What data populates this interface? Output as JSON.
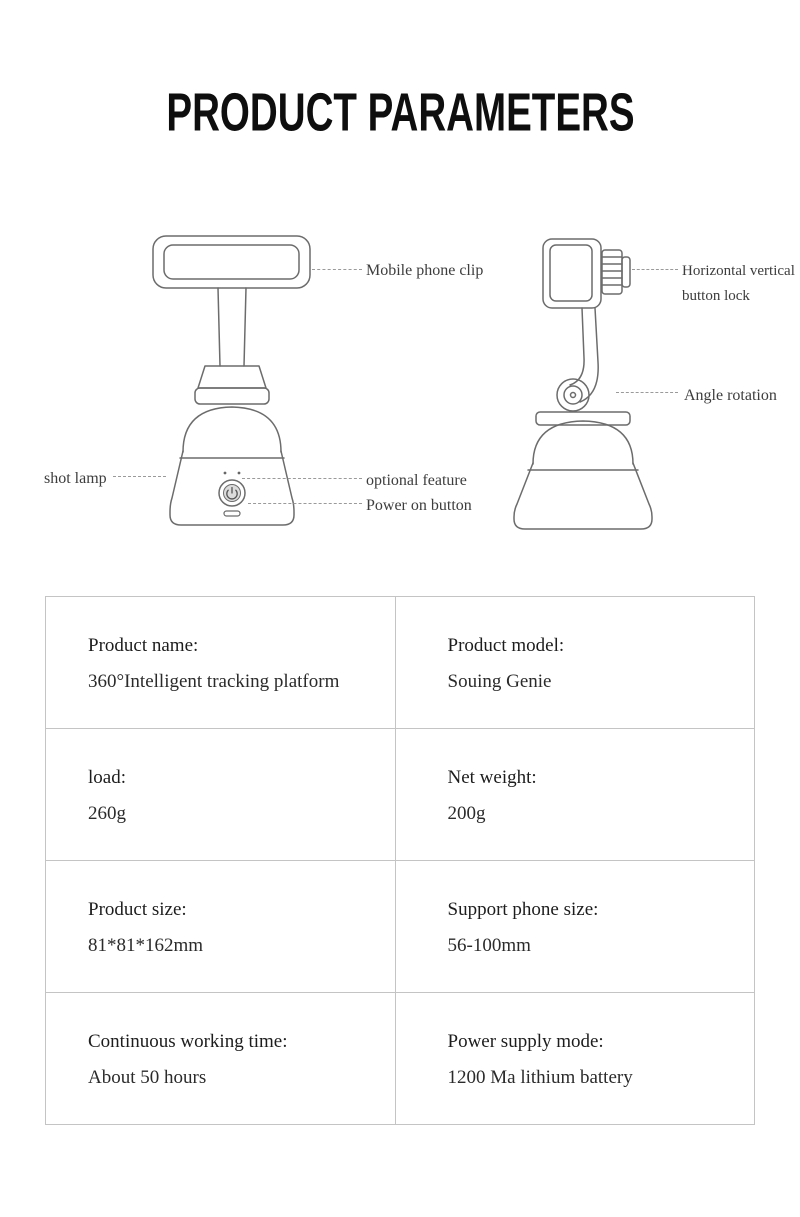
{
  "title": "PRODUCT PARAMETERS",
  "callouts": {
    "mobile_phone_clip": "Mobile phone clip",
    "horizontal_vertical_line1": "Horizontal vertical",
    "horizontal_vertical_line2": "button lock",
    "angle_rotation": "Angle rotation",
    "shot_lamp": "shot lamp",
    "optional_feature": "optional feature",
    "power_on_button": "Power on button"
  },
  "table": {
    "rows": [
      {
        "cells": [
          {
            "label": "Product name:",
            "value": "360°Intelligent tracking platform"
          },
          {
            "label": "Product model:",
            "value": "Souing Genie"
          }
        ]
      },
      {
        "cells": [
          {
            "label": "load:",
            "value": "260g"
          },
          {
            "label": "Net weight:",
            "value": "200g"
          }
        ]
      },
      {
        "cells": [
          {
            "label": "Product size:",
            "value": "81*81*162mm"
          },
          {
            "label": "Support phone size:",
            "value": "56-100mm"
          }
        ]
      },
      {
        "cells": [
          {
            "label": "Continuous working time:",
            "value": "About 50 hours"
          },
          {
            "label": "Power supply mode:",
            "value": "1200 Ma lithium battery"
          }
        ]
      }
    ]
  }
}
